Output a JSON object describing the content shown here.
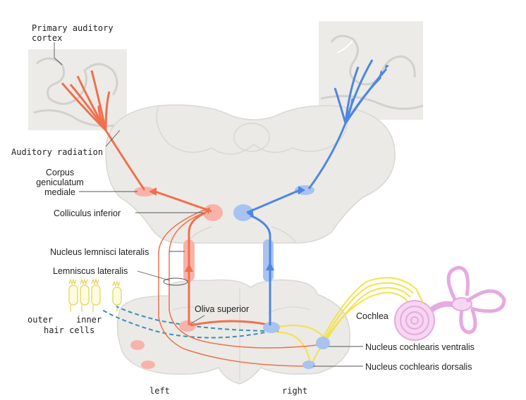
{
  "labels": {
    "primary_auditory_cortex": "Primary auditory\ncortex",
    "auditory_radiation": "Auditory radiation",
    "corpus_geniculatum_mediale": "Corpus\ngeniculatum\nmediale",
    "colliculus_inferior": "Colliculus inferior",
    "nucleus_lemnisci_lateralis": "Nucleus lemnisci lateralis",
    "lemniscus_lateralis": "Lemniscus lateralis",
    "oliva_superior": "Oliva superior",
    "outer_hair_cells_outer": "outer",
    "outer_hair_cells_inner": "inner",
    "hair_cells": "hair cells",
    "cochlea": "Cochlea",
    "nucleus_cochlearis_ventralis": "Nucleus cochlearis ventralis",
    "nucleus_cochlearis_dorsalis": "Nucleus cochlearis dorsalis",
    "left": "left",
    "right": "right"
  },
  "colors": {
    "left_pathway": "#f0704e",
    "left_pathway_fill": "#f7b3aa",
    "right_pathway": "#4f86e0",
    "right_pathway_fill": "#a9c3f1",
    "cochlear_nerve": "#f2e24c",
    "cochlea": "#e6a9e0",
    "hair_cells": "#eee07a",
    "efferent_dashed": "#3c8fb7",
    "tissue": "#ebeae6",
    "tissue_line": "#cfcdc8"
  }
}
